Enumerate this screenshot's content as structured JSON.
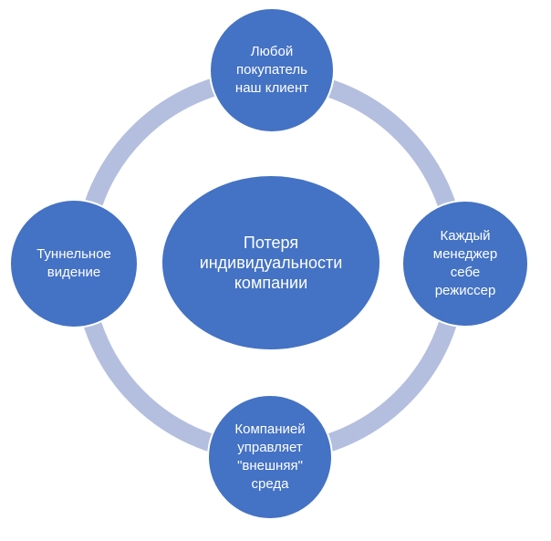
{
  "center": {
    "label": "Потеря\nиндивидуальности\nкомпании"
  },
  "nodes": {
    "top": {
      "label": "Любой\nпокупатель\nнаш клиент"
    },
    "right": {
      "label": "Каждый\nменеджер\nсебе\nрежиссер"
    },
    "bottom": {
      "label": "Компанией\nуправляет\n\"внешняя\"\nсреда"
    },
    "left": {
      "label": "Туннельное\nвидение"
    }
  },
  "colors": {
    "node_fill": "#4472c4",
    "ring": "#b4bfdf",
    "text": "#ffffff"
  }
}
